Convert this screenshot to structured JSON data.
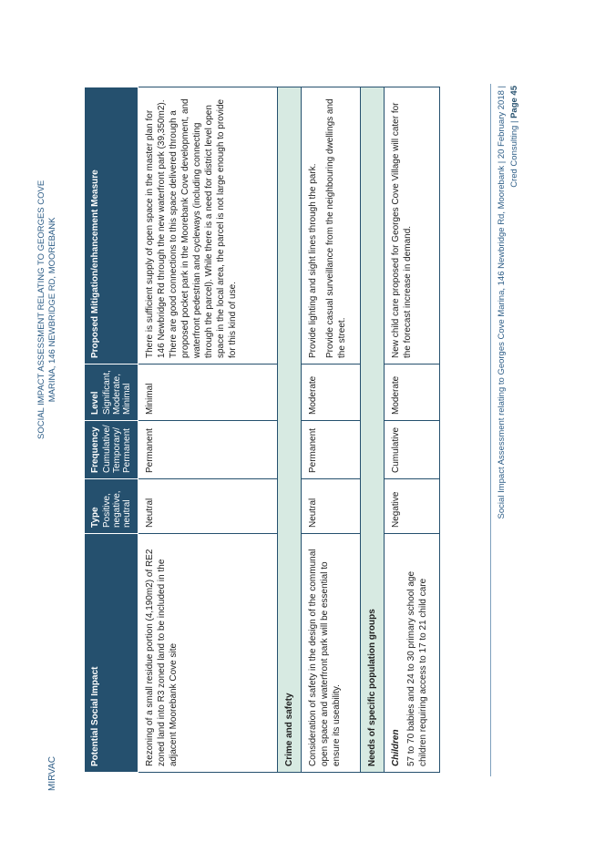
{
  "header": {
    "company": "MIRVAC",
    "doc_title_line1": "SOCIAL IMPACT ASSESSMENT RELATING TO GEORGES COVE",
    "doc_title_line2": "MARINA, 146 NEWBRIDGE RD, MOOREBANK"
  },
  "footer": {
    "line1": "Social Impact Assessment relating to Georges Cove Marina, 146 Newbridge Rd, Moorebank | 20 February 2018 |",
    "line2_prefix": "Cred Consulting | ",
    "page_label": "Page 45"
  },
  "table": {
    "headers": {
      "impact": "Potential Social Impact",
      "type": "Type",
      "type_sub": "Positive, negative, neutral",
      "frequency": "Frequency",
      "frequency_sub": "Cumulative/ Temporary/ Permanent",
      "level": "Level",
      "level_sub": "Significant, Moderate, Minimal",
      "mitigation": "Proposed Mitigation/enhancement Measure"
    },
    "rows": {
      "rezoning": {
        "impact": "Rezoning of a small residue portion (4,190m2) of RE2 zoned land into R3 zoned land to be included in the adjacent Moorebank Cove site",
        "type": "Neutral",
        "frequency": "Permanent",
        "level": "Minimal",
        "mitigation": "There is sufficient supply of open space in the master plan for 146 Newbridge Rd through the new waterfront park (39,350m2). There are good connections to this space delivered through a proposed pocket park in the Moorebank Cove development, and waterfront pedestrian and cycleways (including connecting through the parcel). While there is a need for district level open space in the local area, the parcel is not large enough to provide for this kind of use."
      },
      "crime_section": "Crime and safety",
      "safety": {
        "impact": "Consideration of safety in the design of the communal open space and waterfront park will be essential to ensure its useability.",
        "type": "Neutral",
        "frequency": "Permanent",
        "level": "Moderate",
        "mitigation_1": "Provide lighting and sight lines through the park.",
        "mitigation_2": "Provide casual surveillance from the neighbouring dwellings and the street."
      },
      "needs_section": "Needs of specific population groups",
      "children": {
        "group": "Children",
        "impact": "57 to 70 babies and 24 to 30 primary school age children requiring access to 17 to 21 child care",
        "type": "Negative",
        "frequency": "Cumulative",
        "level": "Moderate",
        "mitigation": "New child care proposed for Georges Cove Village will cater for the forecast increase in demand."
      }
    }
  }
}
